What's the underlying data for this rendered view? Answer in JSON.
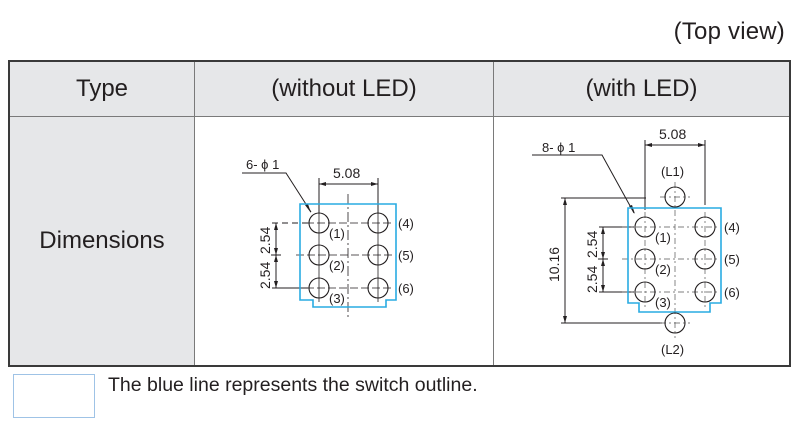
{
  "view_label": "(Top view)",
  "table": {
    "headers": [
      "Type",
      "(without LED)",
      "(with LED)"
    ],
    "row_label": "Dimensions",
    "without_led": {
      "hole_note": "6- ϕ 1",
      "pitch_horizontal": "5.08",
      "pitch_vertical_top": "2.54",
      "pitch_vertical_bottom": "2.54",
      "pins": [
        "(1)",
        "(2)",
        "(3)",
        "(4)",
        "(5)",
        "(6)"
      ]
    },
    "with_led": {
      "hole_note": "8- ϕ 1",
      "pitch_horizontal": "5.08",
      "led_span": "10.16",
      "pitch_vertical_top": "2.54",
      "pitch_vertical_bottom": "2.54",
      "pins": [
        "(1)",
        "(2)",
        "(3)",
        "(4)",
        "(5)",
        "(6)"
      ],
      "led_pins": [
        "(L1)",
        "(L2)"
      ]
    }
  },
  "legend": {
    "text": "The blue line represents the switch outline.",
    "outline_color": "#29abe2"
  }
}
